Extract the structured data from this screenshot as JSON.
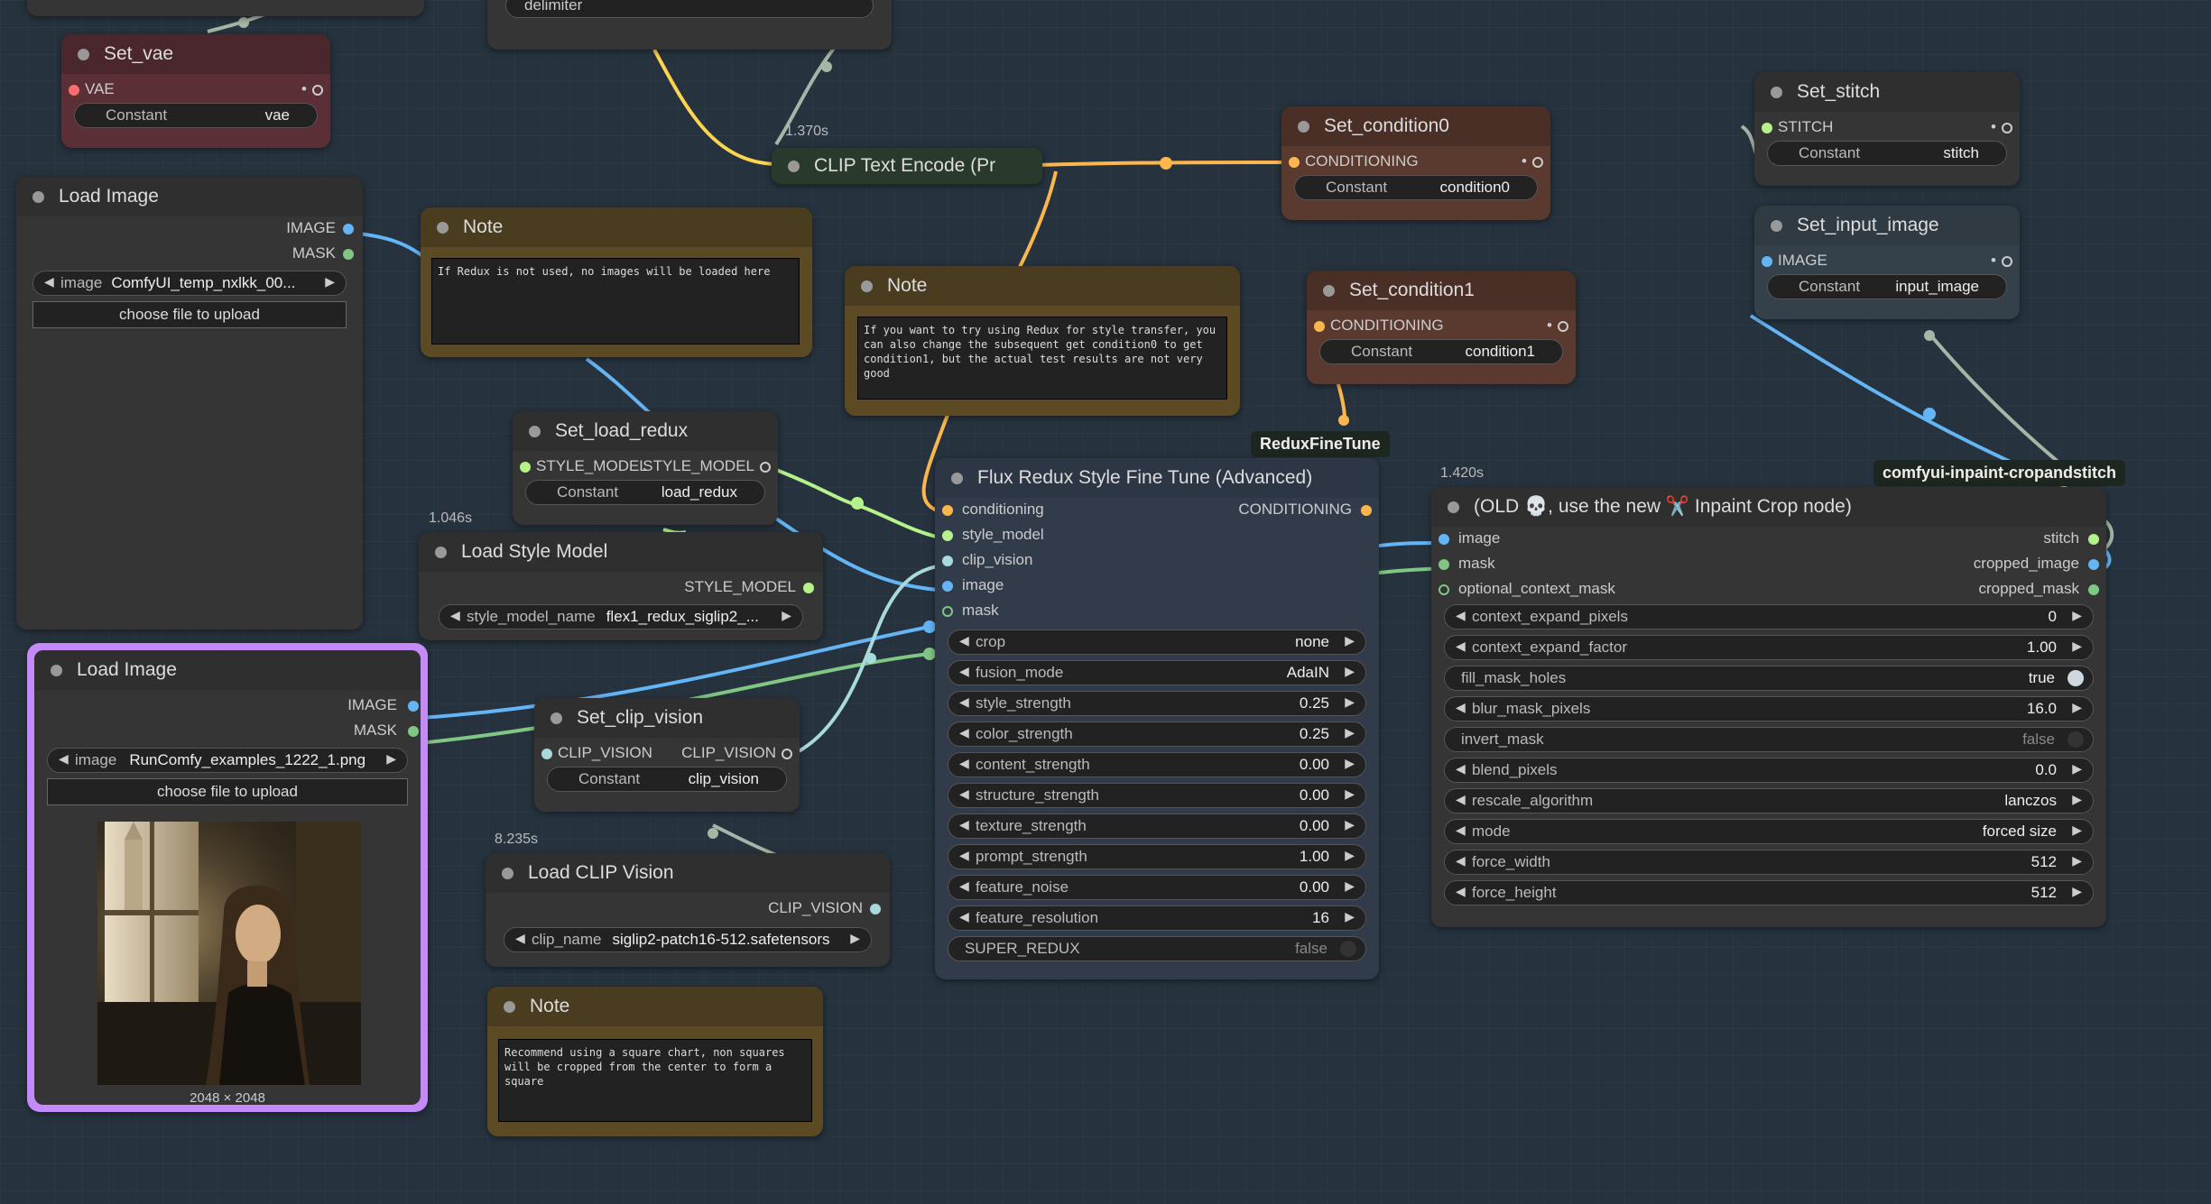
{
  "colors": {
    "canvas": "#26323d",
    "node_bg": "#353535",
    "node_header": "#2f2f2f",
    "set_vae_bg": "#5a2f35",
    "cond_bg": "#5a3a2f",
    "note_bg": "#5c4a25",
    "clip_encode_bg": "#2f3b2f",
    "flux_bg": "#313b4a",
    "selected_border": "#c58af9",
    "wire_image": "#64b5f6",
    "wire_mask": "#81c784",
    "wire_conditioning": "#ffb74d",
    "wire_style_model": "#b5f28a",
    "wire_clip_vision": "#a8dadc",
    "wire_stitch": "#a7b5a7"
  },
  "nodes": {
    "top_string": {
      "widget_value": "delimiter"
    },
    "set_vae": {
      "title": "Set_vae",
      "slot_label": "VAE",
      "widget_name": "Constant",
      "widget_value": "vae"
    },
    "load_image_1": {
      "title": "Load Image",
      "out_image": "IMAGE",
      "out_mask": "MASK",
      "image_name": "image",
      "image_value": "ComfyUI_temp_nxlkk_00...",
      "upload_label": "choose file to upload"
    },
    "note_1": {
      "title": "Note",
      "text": "If Redux is not used, no images will be loaded here"
    },
    "clip_text_encode": {
      "title": "CLIP Text Encode (Pr",
      "timing": "1.370s"
    },
    "note_2": {
      "title": "Note",
      "text": "If you want to try using Redux for style transfer, you can also change the subsequent get condition0 to get condition1, but the actual test results are not very good"
    },
    "set_condition0": {
      "title": "Set_condition0",
      "slot_label": "CONDITIONING",
      "widget_name": "Constant",
      "widget_value": "condition0"
    },
    "set_condition1": {
      "title": "Set_condition1",
      "slot_label": "CONDITIONING",
      "widget_name": "Constant",
      "widget_value": "condition1"
    },
    "set_stitch": {
      "title": "Set_stitch",
      "slot_label": "STITCH",
      "widget_name": "Constant",
      "widget_value": "stitch"
    },
    "set_input_image": {
      "title": "Set_input_image",
      "slot_label": "IMAGE",
      "widget_name": "Constant",
      "widget_value": "input_image"
    },
    "set_load_redux": {
      "title": "Set_load_redux",
      "slot_in": "STYLE_MODEL",
      "slot_out": "STYLE_MODEL",
      "widget_name": "Constant",
      "widget_value": "load_redux"
    },
    "load_style_model": {
      "title": "Load Style Model",
      "timing": "1.046s",
      "out": "STYLE_MODEL",
      "widget_name": "style_model_name",
      "widget_value": "flex1_redux_siglip2_..."
    },
    "load_image_2": {
      "title": "Load Image",
      "out_image": "IMAGE",
      "out_mask": "MASK",
      "image_name": "image",
      "image_value": "RunComfy_examples_1222_1.png",
      "upload_label": "choose file to upload",
      "image_size": "2048 × 2048"
    },
    "set_clip_vision": {
      "title": "Set_clip_vision",
      "slot_in": "CLIP_VISION",
      "slot_out": "CLIP_VISION",
      "widget_name": "Constant",
      "widget_value": "clip_vision"
    },
    "load_clip_vision": {
      "title": "Load CLIP Vision",
      "timing": "8.235s",
      "out": "CLIP_VISION",
      "widget_name": "clip_name",
      "widget_value": "siglip2-patch16-512.safetensors"
    },
    "note_3": {
      "title": "Note",
      "text": "Recommend using a square chart, non squares will be cropped from the center to form a square"
    },
    "flux_redux": {
      "tag": "ReduxFineTune",
      "title": "Flux Redux Style Fine Tune (Advanced)",
      "inputs": [
        "conditioning",
        "style_model",
        "clip_vision",
        "image",
        "mask"
      ],
      "output": "CONDITIONING",
      "widgets": [
        {
          "name": "crop",
          "value": "none"
        },
        {
          "name": "fusion_mode",
          "value": "AdaIN"
        },
        {
          "name": "style_strength",
          "value": "0.25"
        },
        {
          "name": "color_strength",
          "value": "0.25"
        },
        {
          "name": "content_strength",
          "value": "0.00"
        },
        {
          "name": "structure_strength",
          "value": "0.00"
        },
        {
          "name": "texture_strength",
          "value": "0.00"
        },
        {
          "name": "prompt_strength",
          "value": "1.00"
        },
        {
          "name": "feature_noise",
          "value": "0.00"
        },
        {
          "name": "feature_resolution",
          "value": "16"
        }
      ],
      "toggle": {
        "name": "SUPER_REDUX",
        "value": "false"
      }
    },
    "inpaint_crop": {
      "tag": "comfyui-inpaint-cropandstitch",
      "timing": "1.420s",
      "title": "(OLD 💀, use the new ✂️ Inpaint Crop node)",
      "inputs": [
        "image",
        "mask",
        "optional_context_mask"
      ],
      "outputs": [
        "stitch",
        "cropped_image",
        "cropped_mask"
      ],
      "widgets": [
        {
          "name": "context_expand_pixels",
          "value": "0",
          "kind": "num"
        },
        {
          "name": "context_expand_factor",
          "value": "1.00",
          "kind": "num"
        },
        {
          "name": "fill_mask_holes",
          "value": "true",
          "kind": "toggle"
        },
        {
          "name": "blur_mask_pixels",
          "value": "16.0",
          "kind": "num"
        },
        {
          "name": "invert_mask",
          "value": "false",
          "kind": "toggle"
        },
        {
          "name": "blend_pixels",
          "value": "0.0",
          "kind": "num"
        },
        {
          "name": "rescale_algorithm",
          "value": "lanczos",
          "kind": "num"
        },
        {
          "name": "mode",
          "value": "forced size",
          "kind": "num"
        },
        {
          "name": "force_width",
          "value": "512",
          "kind": "num"
        },
        {
          "name": "force_height",
          "value": "512",
          "kind": "num"
        }
      ]
    }
  }
}
